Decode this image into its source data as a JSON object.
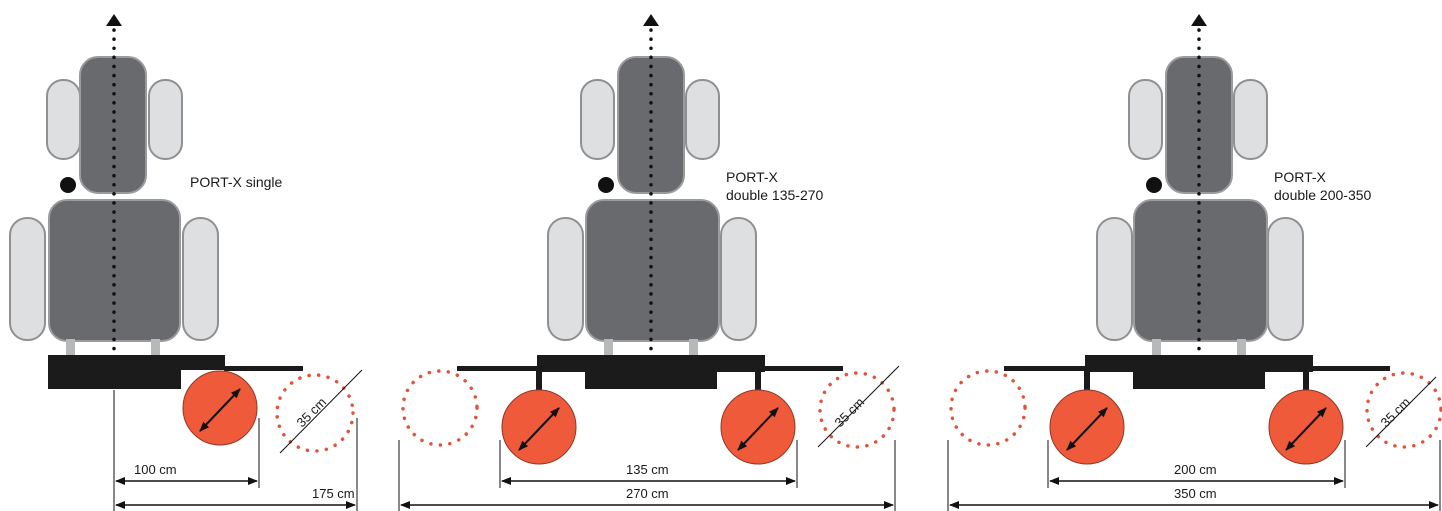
{
  "colors": {
    "tractor_body": "#686a6d",
    "tractor_outline": "#9a9b9d",
    "tire": "#dedfe0",
    "tire_outline": "#8f9092",
    "frame": "#1b1b1b",
    "wheel": "#ef5a3a",
    "wheel_outline": "#8c3a28",
    "dotted_wheel": "#e0553a",
    "line": "#111111",
    "arrow": "#111111"
  },
  "icons": [
    "direction-arrow-up",
    "double-headed-arrow",
    "dimension-arrow"
  ],
  "diagrams": [
    {
      "id": "single",
      "title_lines": [
        "PORT-X single"
      ],
      "wheel_label": "35 cm",
      "dims": [
        {
          "label": "100 cm"
        },
        {
          "label": "175 cm"
        }
      ]
    },
    {
      "id": "double-135-270",
      "title_lines": [
        "PORT-X",
        "double 135-270"
      ],
      "wheel_label": "35 cm",
      "dims": [
        {
          "label": "135 cm"
        },
        {
          "label": "270 cm"
        }
      ]
    },
    {
      "id": "double-200-350",
      "title_lines": [
        "PORT-X",
        "double 200-350"
      ],
      "wheel_label": "35 cm",
      "dims": [
        {
          "label": "200 cm"
        },
        {
          "label": "350 cm"
        }
      ]
    }
  ]
}
